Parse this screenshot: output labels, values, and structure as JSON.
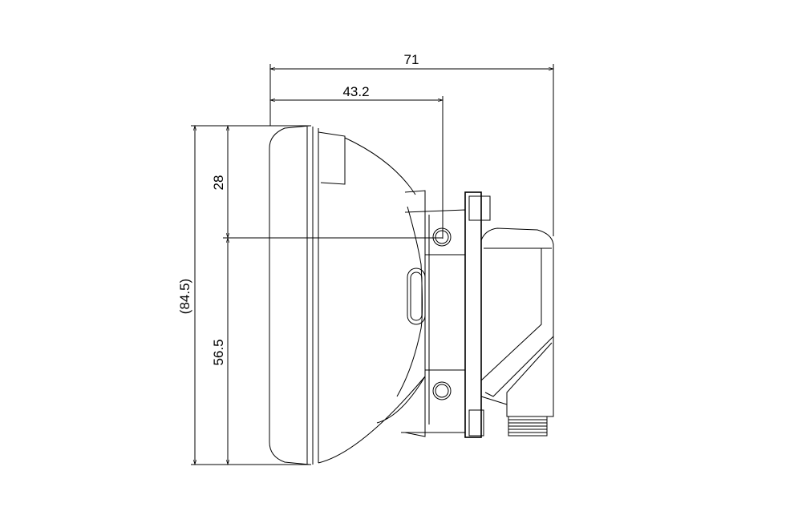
{
  "dimensions": {
    "overall_depth": "71",
    "center_depth": "43.2",
    "upper_height": "28",
    "lower_height": "56.5",
    "total_height": "(84.5)"
  },
  "colors": {
    "line": "#000000",
    "background": "#ffffff"
  }
}
